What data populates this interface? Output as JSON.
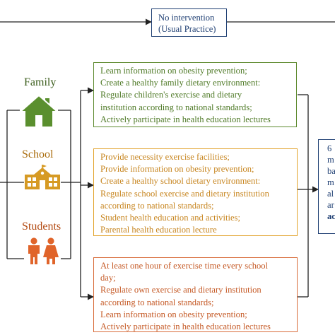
{
  "colors": {
    "navy": "#1f3f73",
    "family_green": "#5e8a2f",
    "school_gold": "#e2a32c",
    "students_orange": "#d86c3a",
    "connector": "#222222"
  },
  "control_box": {
    "lines": [
      "No intervention",
      "(Usual Practice)"
    ]
  },
  "groups": {
    "family": {
      "label": "Family",
      "icon": "house-icon",
      "lines": [
        "Learn information on obesity prevention;",
        "Create a healthy family dietary environment:",
        "Regulate children's exercise and dietary",
        "institution according to national standards;",
        "Actively participate in health education lectures"
      ]
    },
    "school": {
      "label": "School",
      "icon": "school-building-icon",
      "lines": [
        "Provide necessity exercise facilities;",
        "Provide information on obesity prevention;",
        "Create a healthy school dietary environment:",
        "Regulate school exercise and dietary institution",
        "according to national standards;",
        "Student health education and activities;",
        "Parental health education lecture"
      ]
    },
    "students": {
      "label": "Students",
      "icon": "students-icon",
      "lines": [
        "At least one hour of exercise time every school",
        "day;",
        "Regulate own exercise and dietary institution",
        "according to national standards;",
        "Learn information on obesity prevention;",
        "Actively participate in health education lectures"
      ]
    }
  },
  "outcome_box": {
    "lines": [
      "6",
      "m",
      "ba",
      "m",
      "al",
      "ar",
      "ac"
    ]
  }
}
